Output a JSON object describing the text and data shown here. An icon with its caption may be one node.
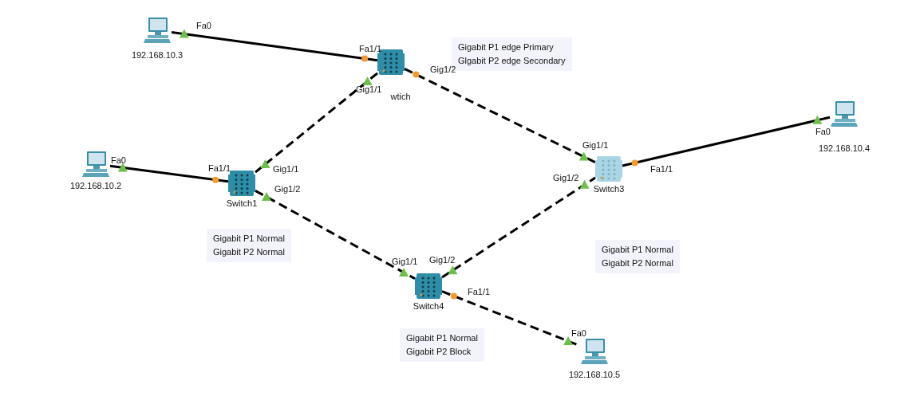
{
  "diagram": {
    "nodes": [
      {
        "text": [],
        "shape": "picture",
        "beside": [
          "192.168.10.3"
        ]
      },
      {
        "text": [],
        "shape": "picture",
        "beside": [
          "wtich"
        ]
      },
      {
        "text": [
          "Gigabit P1 edge Primary",
          "Glgabit P2 edge Secondary"
        ]
      },
      {
        "text": [],
        "shape": "picture",
        "beside": [
          "192.168.10.4"
        ]
      },
      {
        "text": [],
        "shape": "picture",
        "beside": [
          "192.168.10.2"
        ]
      },
      {
        "text": [],
        "shape": "picture",
        "beside": [
          "Switch1"
        ]
      },
      {
        "text": [],
        "shape": "picture",
        "beside": [
          "Switch3"
        ]
      },
      {
        "text": [
          "Gigabit P1 Normal",
          "Gigabit P2 Normal"
        ]
      },
      {
        "text": [
          "Gigabit P1 Normal",
          "Gigabit P2 Normal"
        ]
      },
      {
        "text": [],
        "shape": "picture",
        "beside": [
          "Switch4"
        ]
      },
      {
        "text": [
          "Gigabit P1 Normal",
          "Gigabit P2 Block"
        ]
      },
      {
        "text": [],
        "shape": "picture",
        "beside": [
          "192.168.10.5"
        ]
      }
    ],
    "edges": [
      {
        "from": 0,
        "to": 1,
        "arrow": "none"
      },
      {
        "from": 1,
        "to": 5,
        "arrow": "none",
        "style": "dashed"
      },
      {
        "from": 1,
        "to": 6,
        "arrow": "none",
        "style": "dashed"
      },
      {
        "from": 6,
        "to": 3,
        "arrow": "none"
      },
      {
        "from": 4,
        "to": 5,
        "arrow": "none"
      },
      {
        "from": 5,
        "to": 9,
        "arrow": "none",
        "style": "dashed"
      },
      {
        "from": 9,
        "to": 6,
        "arrow": "none",
        "style": "dashed"
      },
      {
        "from": 9,
        "to": 11,
        "arrow": "none",
        "style": "dashed"
      }
    ],
    "labels": [
      "Fa0",
      "Fa1/1",
      "Gig1/2",
      "Gig1/1",
      "Fa0",
      "Fa1/1",
      "Gig1/1",
      "Gig1/2",
      "Gig1/1",
      "Gig1/2",
      "Fa1/1",
      "Fa0",
      "Gig1/1",
      "Gig1/2",
      "Fa1/1",
      "Fa0"
    ]
  }
}
